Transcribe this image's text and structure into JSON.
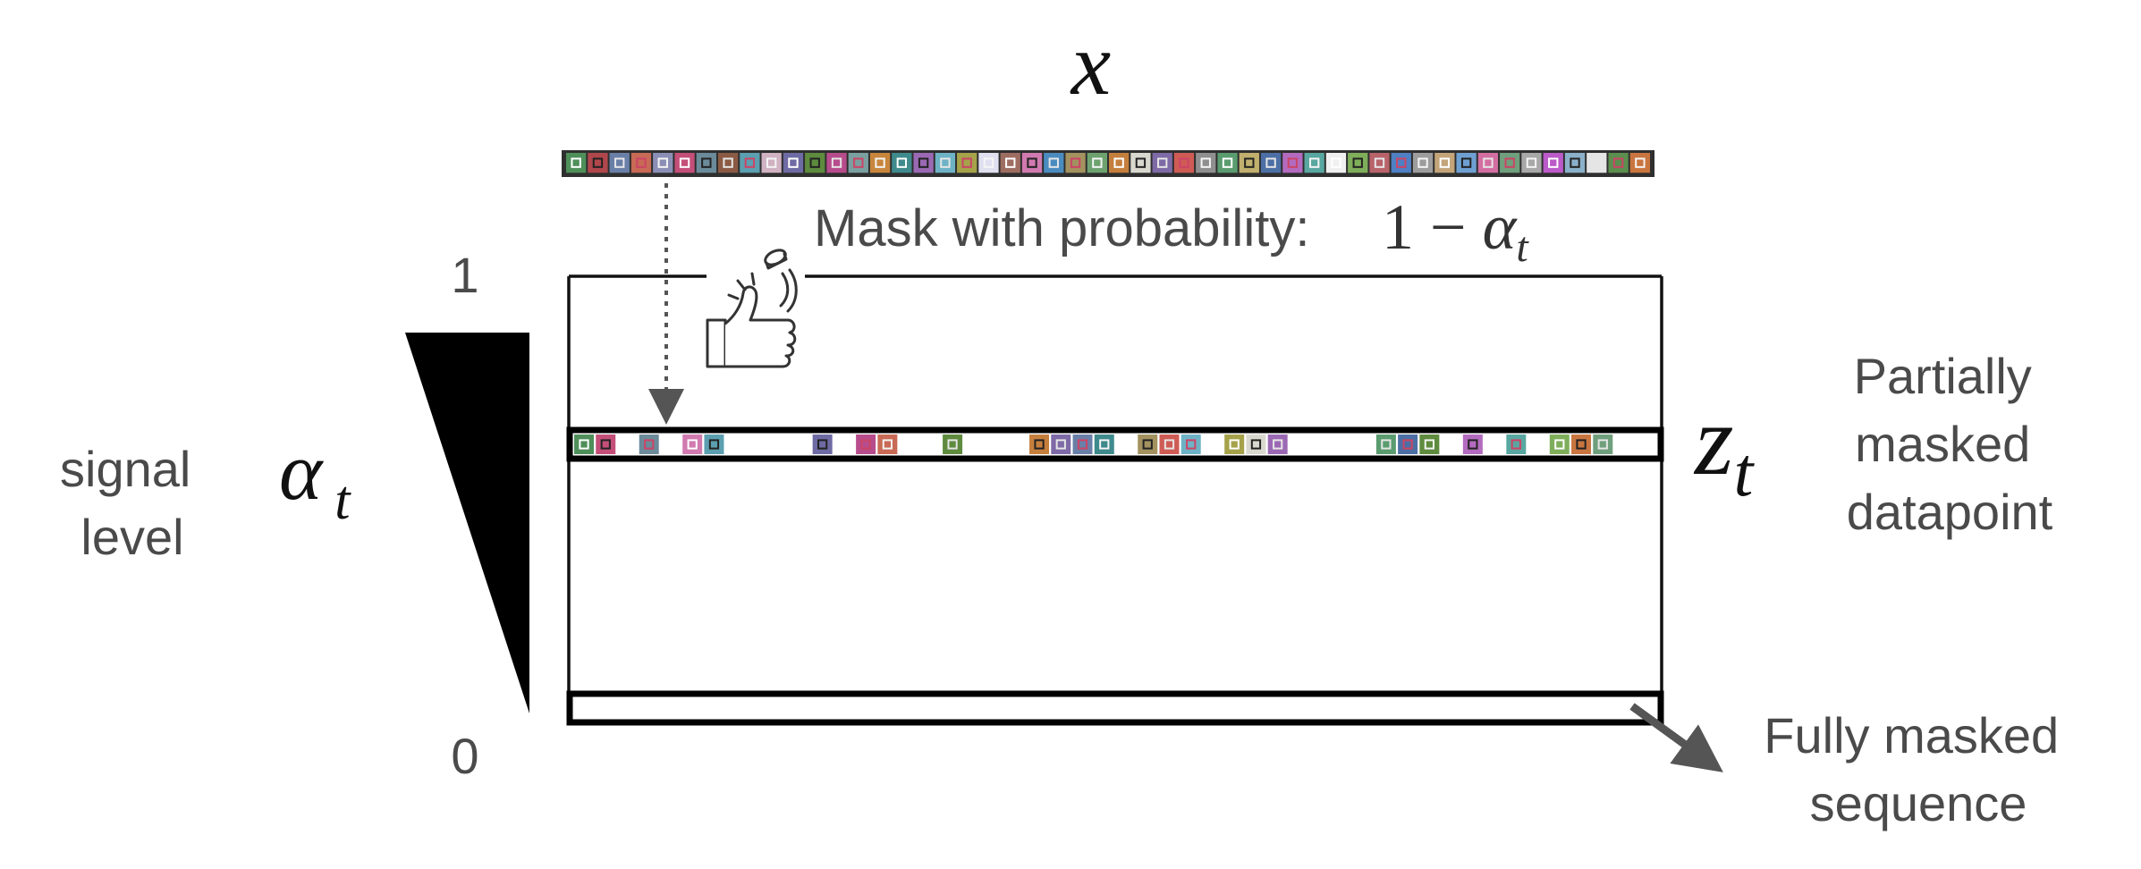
{
  "labels": {
    "x_symbol": "x",
    "mask_text": "Mask with probability:",
    "mask_formula_lead": "1 − ",
    "mask_formula_var": "α",
    "mask_formula_sub": "t",
    "scale_top": "1",
    "scale_bottom": "0",
    "alpha_symbol": "α",
    "alpha_sub": "t",
    "signal_line1": "signal",
    "signal_line2": "level",
    "zt_symbol": "z",
    "zt_sub": "t",
    "partial_line1": "Partially",
    "partial_line2": "masked",
    "partial_line3": "datapoint",
    "fully_line1": "Fully masked",
    "fully_line2": "sequence"
  },
  "sequence_x": {
    "colors": [
      "#4f8f5a",
      "#b0474c",
      "#6a7fa8",
      "#c86a55",
      "#8c8fb5",
      "#c44f78",
      "#6b8b9b",
      "#8a5a44",
      "#5b9fb0",
      "#d0b2c2",
      "#6e6aa3",
      "#5e8b3e",
      "#b74c8c",
      "#7b9fa0",
      "#c8863d",
      "#3f8a8c",
      "#9b69b4",
      "#6db3c5",
      "#a5a24a",
      "#e0e0f0",
      "#9e6d62",
      "#d07ab0",
      "#4b8cc0",
      "#a3925f",
      "#6da26f",
      "#c57f3d",
      "#d8d8cf",
      "#7d6aa6",
      "#cf5b55",
      "#8f8f8f",
      "#5a9c6f",
      "#c1b06d",
      "#4c6fa5",
      "#b36bbf",
      "#59a7a1",
      "#f0f0f0",
      "#7fae5a",
      "#b8626a",
      "#4e80c3",
      "#9d9d9d",
      "#c4a57a",
      "#6ea0d2",
      "#d36ea1",
      "#6f9f7c",
      "#a8a8a8",
      "#bb5ac8",
      "#8bb0c9",
      "#e5e5e5",
      "#5c8e4f",
      "#c9753f"
    ]
  },
  "sequence_zt": {
    "token_count": 50,
    "visible": [
      [
        0,
        "#4f8f5a"
      ],
      [
        1,
        "#c44f78"
      ],
      [
        3,
        "#6b8b9b"
      ],
      [
        5,
        "#d07ab0"
      ],
      [
        6,
        "#5b9fb0"
      ],
      [
        11,
        "#6e6aa3"
      ],
      [
        13,
        "#b74c8c"
      ],
      [
        14,
        "#c86a55"
      ],
      [
        17,
        "#5e8b3e"
      ],
      [
        21,
        "#c57f3d"
      ],
      [
        22,
        "#7d6aa6"
      ],
      [
        23,
        "#6a7fa8"
      ],
      [
        24,
        "#3f8a8c"
      ],
      [
        26,
        "#a3925f"
      ],
      [
        27,
        "#cf5b55"
      ],
      [
        28,
        "#6db3c5"
      ],
      [
        30,
        "#a5a24a"
      ],
      [
        31,
        "#d8d8cf"
      ],
      [
        32,
        "#9b69b4"
      ],
      [
        37,
        "#5a9c6f"
      ],
      [
        38,
        "#4c6fa5"
      ],
      [
        39,
        "#5e8b3e"
      ],
      [
        41,
        "#b36bbf"
      ],
      [
        43,
        "#59a7a1"
      ],
      [
        45,
        "#7fae5a"
      ],
      [
        46,
        "#c9753f"
      ],
      [
        47,
        "#6f9f7c"
      ]
    ]
  },
  "icons": {
    "coin_flip": "hand-flipping-coin-icon"
  },
  "colors": {
    "frame": "#111111",
    "seq_border": "#303030",
    "text_gray": "#4a4a4a",
    "triangle": "#000000",
    "arrow_gray": "#555555"
  }
}
